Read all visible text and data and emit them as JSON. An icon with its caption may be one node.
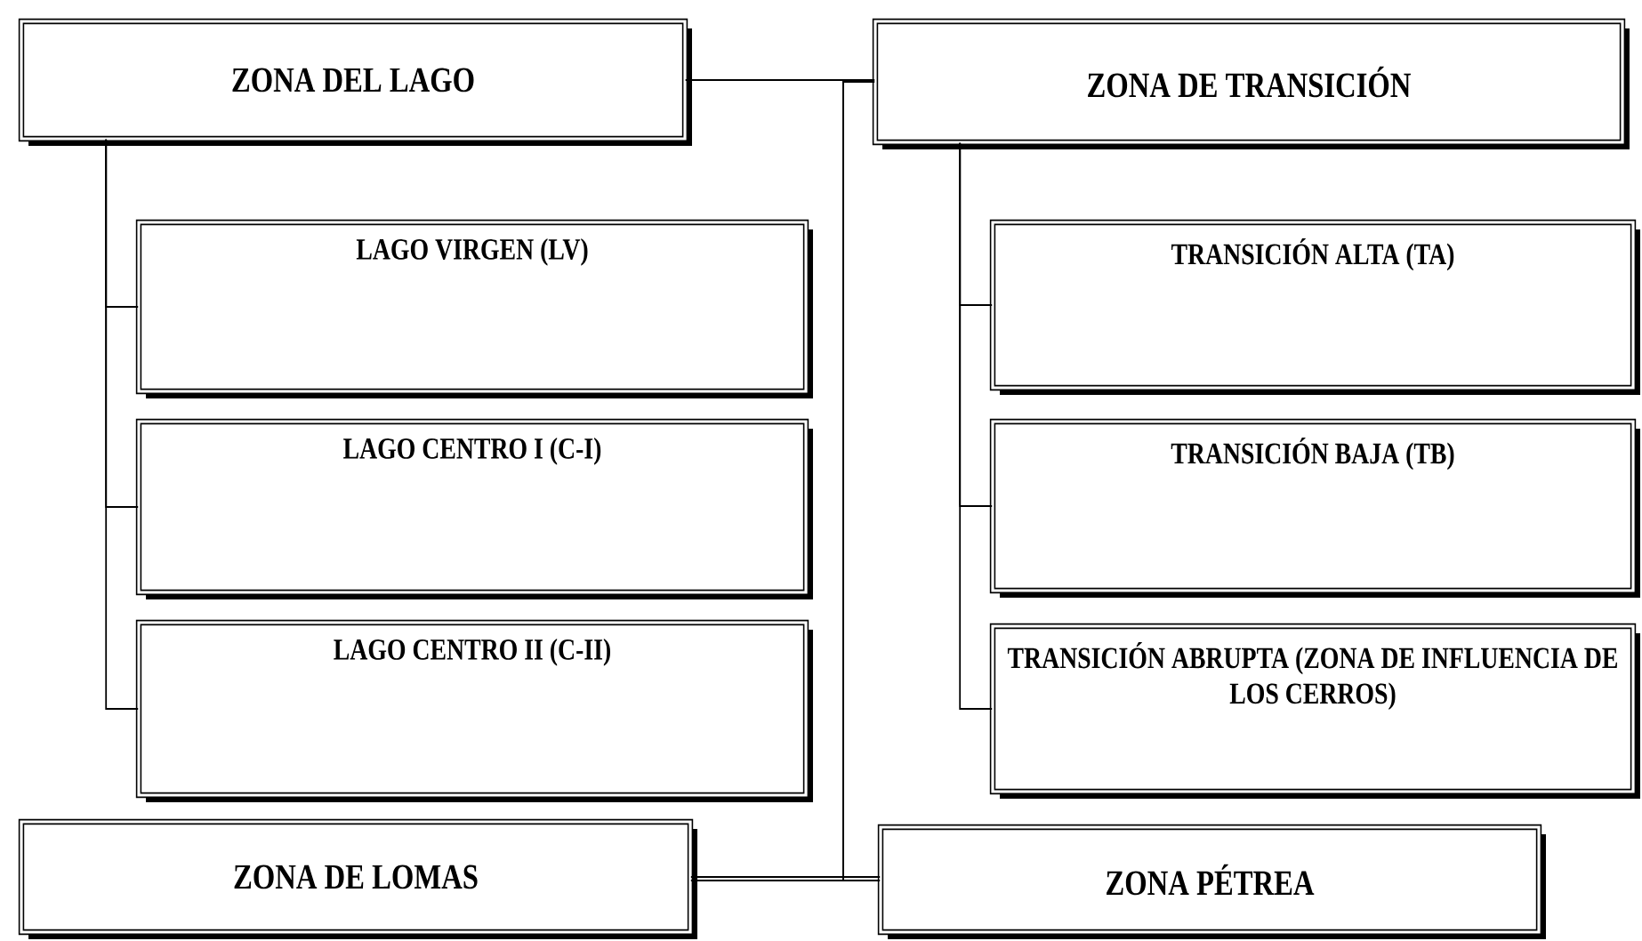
{
  "diagram": {
    "nodes": [
      {
        "text": [
          "ZONA DEL LAGO"
        ]
      },
      {
        "text": [
          "LAGO VIRGEN (LV)"
        ]
      },
      {
        "text": [
          "LAGO CENTRO I (C-I)"
        ]
      },
      {
        "text": [
          "LAGO CENTRO II (C-II)"
        ]
      },
      {
        "text": [
          "ZONA DE TRANSICIÓN"
        ]
      },
      {
        "text": [
          "TRANSICIÓN ALTA (TA)"
        ]
      },
      {
        "text": [
          "TRANSICIÓN BAJA (TB)"
        ]
      },
      {
        "text": [
          "TRANSICIÓN ABRUPTA (ZONA DE INFLUENCIA DE LOS CERROS)"
        ]
      },
      {
        "text": [
          "ZONA DE LOMAS"
        ]
      },
      {
        "text": [
          "ZONA PÉTREA"
        ]
      }
    ],
    "edges": [
      {
        "from": 0,
        "to": 4,
        "arrow": "none"
      },
      {
        "from": 0,
        "to": 8,
        "arrow": "none"
      },
      {
        "from": 4,
        "to": 9,
        "arrow": "none"
      },
      {
        "from": 8,
        "to": 9,
        "arrow": "none"
      },
      {
        "from": 0,
        "to": 1,
        "arrow": "none"
      },
      {
        "from": 0,
        "to": 2,
        "arrow": "none"
      },
      {
        "from": 0,
        "to": 3,
        "arrow": "none"
      },
      {
        "from": 4,
        "to": 5,
        "arrow": "none"
      },
      {
        "from": 4,
        "to": 6,
        "arrow": "none"
      },
      {
        "from": 4,
        "to": 7,
        "arrow": "none"
      }
    ]
  }
}
